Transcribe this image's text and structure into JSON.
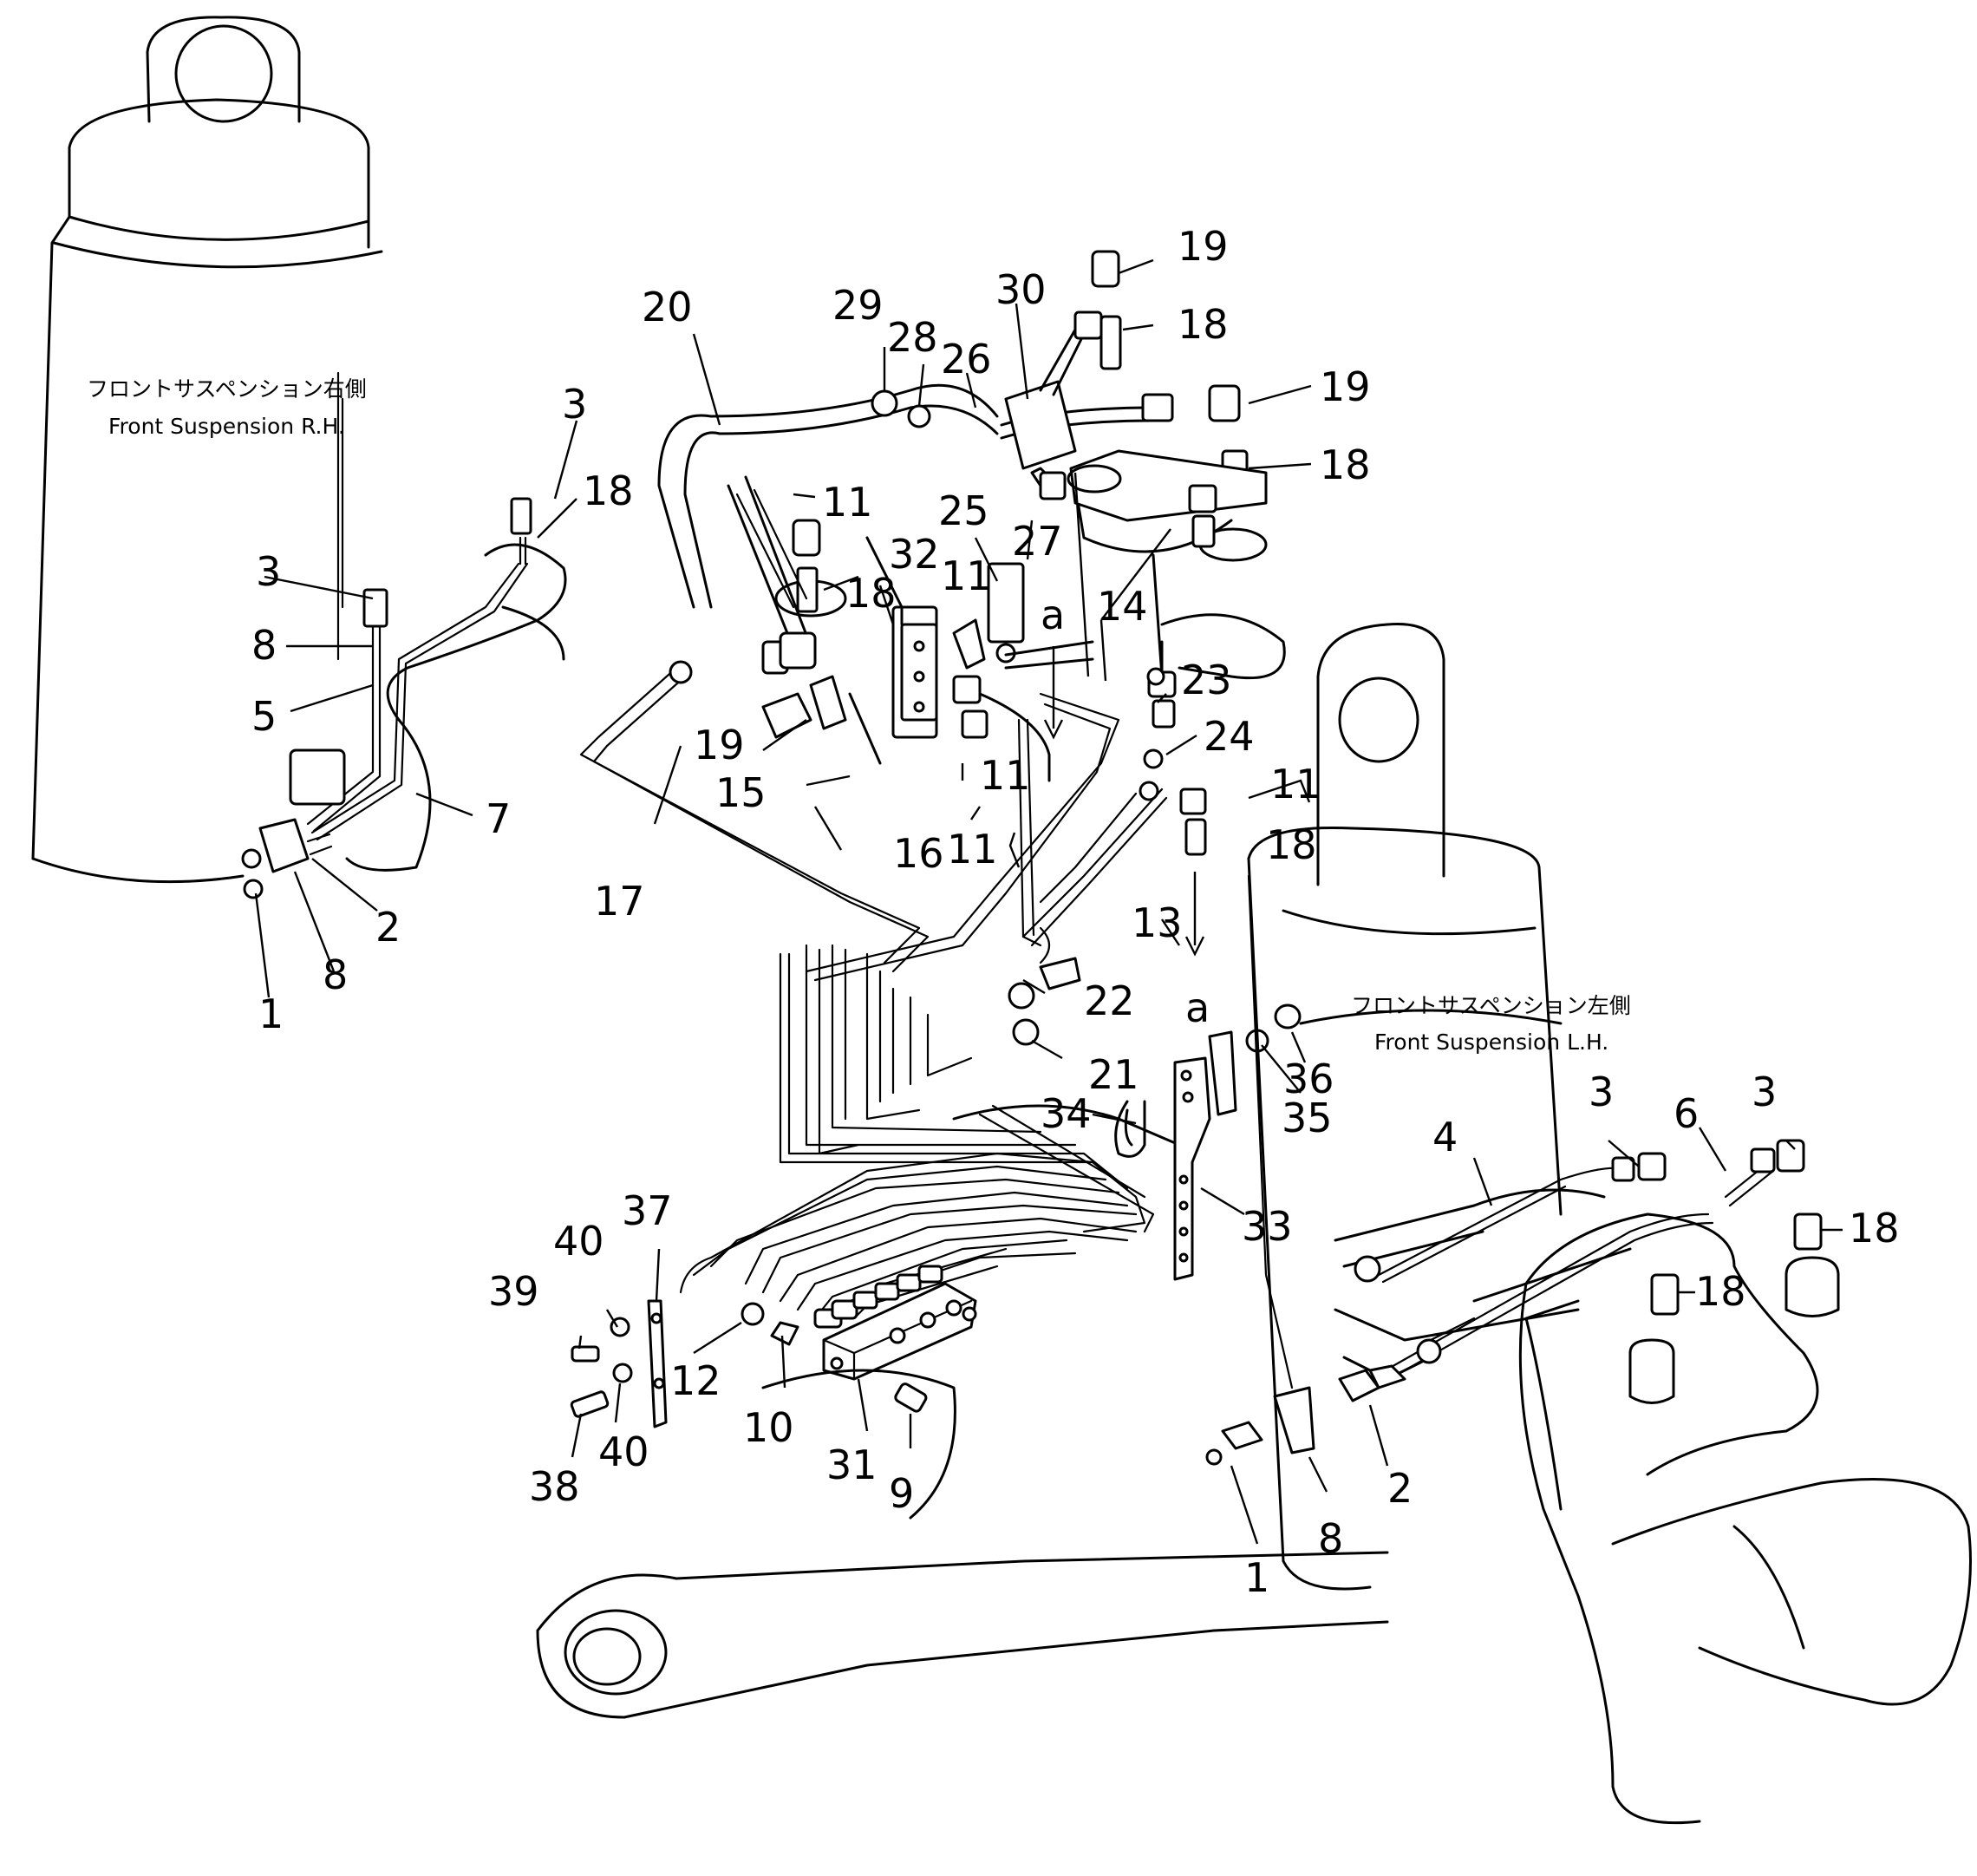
{
  "captions": {
    "rh_jp": "フロントサスペンション右側",
    "rh_en": "Front Suspension  R.H.",
    "lh_jp": "フロントサスペンション左側",
    "lh_en": "Front Suspension  L.H."
  },
  "view_marks": {
    "upper": "a",
    "lower": "a"
  },
  "callouts": [
    "19",
    "18",
    "30",
    "29",
    "28",
    "26",
    "20",
    "19",
    "18",
    "3",
    "18",
    "3",
    "8",
    "5",
    "7",
    "2",
    "8",
    "1",
    "11",
    "32",
    "18",
    "25",
    "27",
    "11",
    "14",
    "23",
    "19",
    "15",
    "11",
    "16",
    "11",
    "17",
    "24",
    "11",
    "18",
    "13",
    "22",
    "21",
    "36",
    "35",
    "34",
    "33",
    "4",
    "6",
    "3",
    "3",
    "18",
    "18",
    "37",
    "40",
    "39",
    "12",
    "10",
    "31",
    "9",
    "40",
    "38",
    "2",
    "8",
    "1"
  ]
}
